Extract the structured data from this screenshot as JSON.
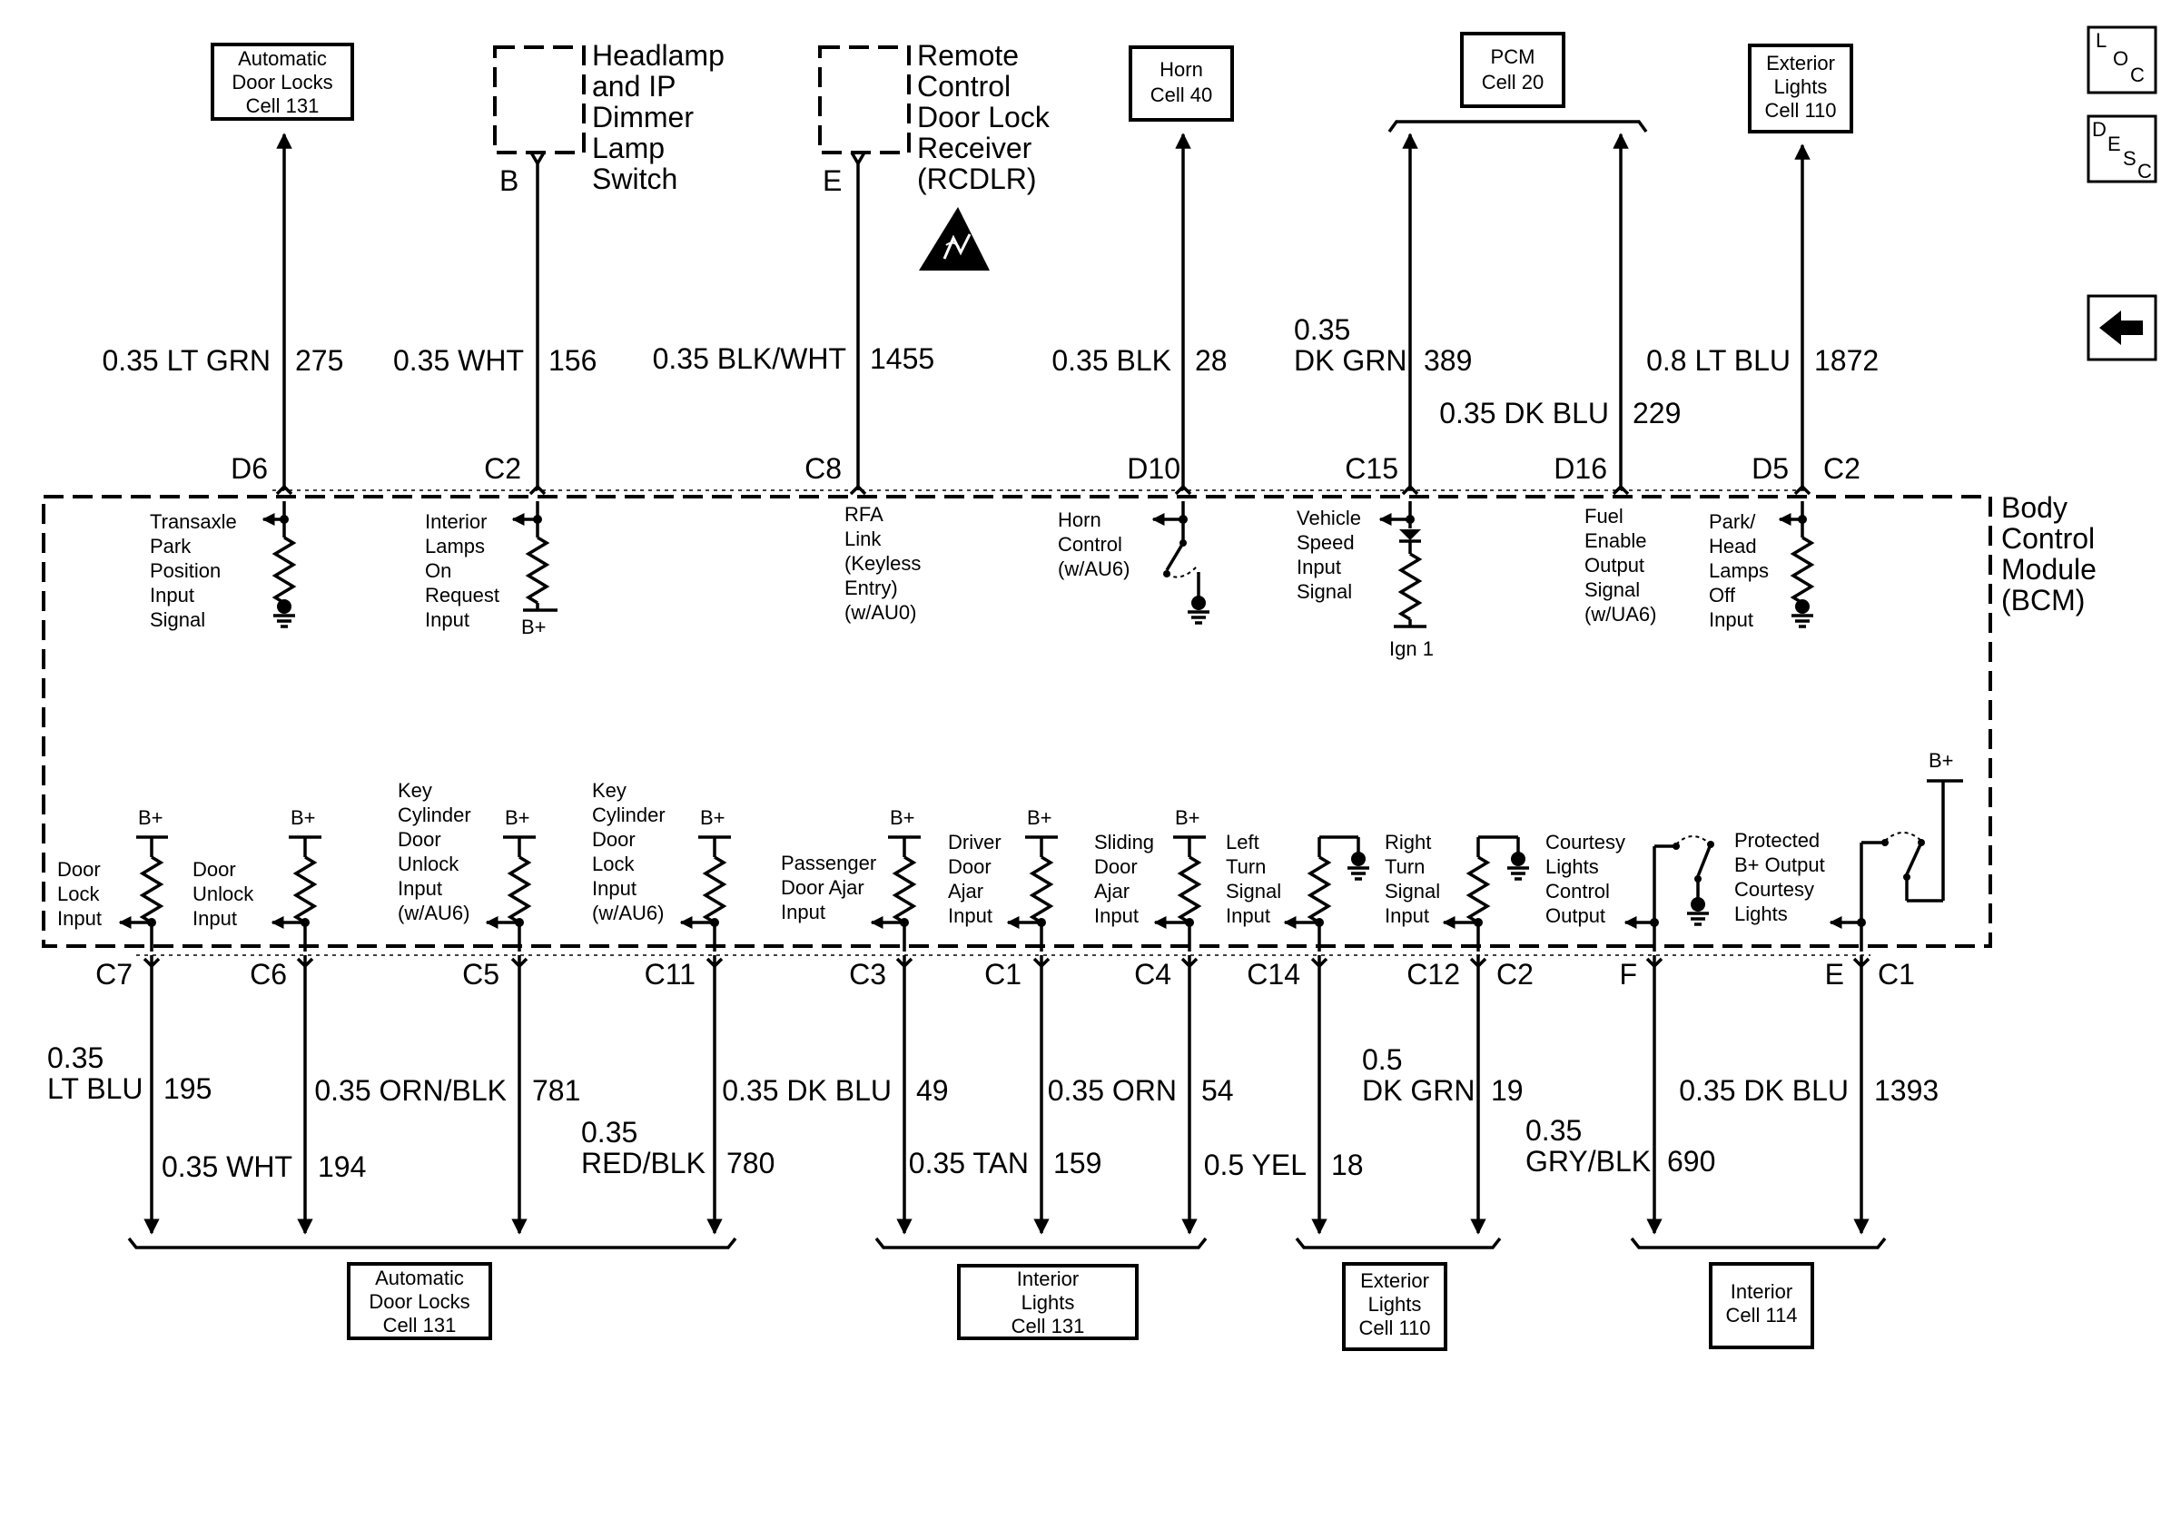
{
  "dests_top": [
    {
      "lines": [
        "Automatic",
        "Door Locks",
        "Cell 131"
      ]
    },
    {
      "lines": [
        "Horn",
        "Cell 40"
      ]
    },
    {
      "lines": [
        "PCM",
        "Cell 20"
      ]
    },
    {
      "lines": [
        "Exterior",
        "Lights",
        "Cell 110"
      ]
    }
  ],
  "dests_bottom": [
    {
      "lines": [
        "Automatic",
        "Door Locks",
        "Cell 131"
      ]
    },
    {
      "lines": [
        "Interior",
        "Lights",
        "Cell 131"
      ]
    },
    {
      "lines": [
        "Exterior",
        "Lights",
        "Cell 110"
      ]
    },
    {
      "lines": [
        "Interior",
        "Cell 114"
      ]
    }
  ],
  "components": [
    {
      "lines": [
        "Headlamp",
        "and IP",
        "Dimmer",
        "Lamp",
        "Switch"
      ],
      "pin": "B"
    },
    {
      "lines": [
        "Remote",
        "Control",
        "Door Lock",
        "Receiver",
        "(RCDLR)"
      ],
      "pin": "E"
    }
  ],
  "bcm_label": [
    "Body",
    "Control",
    "Module",
    "(BCM)"
  ],
  "top_wires": [
    {
      "color": "0.35 LT GRN",
      "circuit": "275",
      "conn": "D6"
    },
    {
      "color": "0.35 WHT",
      "circuit": "156",
      "conn": "C2"
    },
    {
      "color": "0.35 BLK/WHT",
      "circuit": "1455",
      "conn": "C8"
    },
    {
      "color": "0.35 BLK",
      "circuit": "28",
      "conn": "D10"
    },
    {
      "color": [
        "0.35",
        "DK GRN"
      ],
      "circuit": "389",
      "conn": "C15"
    },
    {
      "color": "0.35 DK BLU",
      "circuit": "229",
      "conn": "D16"
    },
    {
      "color": "0.8 LT BLU",
      "circuit": "1872",
      "conn": "D5",
      "conn2": "C2"
    }
  ],
  "top_inputs": [
    [
      "Transaxle",
      "Park",
      "Position",
      "Input",
      "Signal"
    ],
    [
      "Interior",
      "Lamps",
      "On",
      "Request",
      "Input"
    ],
    [
      "RFA",
      "Link",
      "(Keyless",
      "Entry)",
      "(w/AU0)"
    ],
    [
      "Horn",
      "Control",
      "(w/AU6)"
    ],
    [
      "Vehicle",
      "Speed",
      "Input",
      "Signal"
    ],
    [
      "Fuel",
      "Enable",
      "Output",
      "Signal",
      "(w/UA6)"
    ],
    [
      "Park/",
      "Head",
      "Lamps",
      "Off",
      "Input"
    ]
  ],
  "bplus": "B+",
  "ign": "Ign 1",
  "bottom_inputs": [
    [
      "Door",
      "Lock",
      "Input"
    ],
    [
      "Door",
      "Unlock",
      "Input"
    ],
    [
      "Key",
      "Cylinder",
      "Door",
      "Unlock",
      "Input",
      "(w/AU6)"
    ],
    [
      "Key",
      "Cylinder",
      "Door",
      "Lock",
      "Input",
      "(w/AU6)"
    ],
    [
      "Passenger",
      "Door Ajar",
      "Input"
    ],
    [
      "Driver",
      "Door",
      "Ajar",
      "Input"
    ],
    [
      "Sliding",
      "Door",
      "Ajar",
      "Input"
    ],
    [
      "Left",
      "Turn",
      "Signal",
      "Input"
    ],
    [
      "Right",
      "Turn",
      "Signal",
      "Input"
    ],
    [
      "Courtesy",
      "Lights",
      "Control",
      "Output"
    ],
    [
      "Protected",
      "B+ Output",
      "Courtesy",
      "Lights"
    ]
  ],
  "bottom_wires": [
    {
      "conn": "C7",
      "color": [
        "0.35",
        "LT BLU"
      ],
      "circuit": "195"
    },
    {
      "conn": "C6",
      "color": "0.35 WHT",
      "circuit": "194"
    },
    {
      "conn": "C5",
      "color": "0.35 ORN/BLK",
      "circuit": "781"
    },
    {
      "conn": "C11",
      "color": [
        "0.35",
        "RED/BLK"
      ],
      "circuit": "780"
    },
    {
      "conn": "C3",
      "color": "0.35 DK BLU",
      "circuit": "49"
    },
    {
      "conn": "C1",
      "color": "0.35 TAN",
      "circuit": "159"
    },
    {
      "conn": "C4",
      "color": "0.35 ORN",
      "circuit": "54"
    },
    {
      "conn": "C14",
      "color": "0.5 YEL",
      "circuit": "18"
    },
    {
      "conn": "C12",
      "conn2": "C2",
      "color": [
        "0.5",
        "DK GRN"
      ],
      "circuit": "19"
    },
    {
      "conn": "F",
      "color": [
        "0.35",
        "GRY/BLK"
      ],
      "circuit": "690"
    },
    {
      "conn": "E",
      "conn2": "C1",
      "color": "0.35 DK BLU",
      "circuit": "1393"
    }
  ],
  "nav": {
    "loc": [
      "L",
      "O",
      "C"
    ],
    "desc": [
      "D",
      "E",
      "S",
      "C"
    ],
    "back_icon": "arrow-left-icon"
  }
}
